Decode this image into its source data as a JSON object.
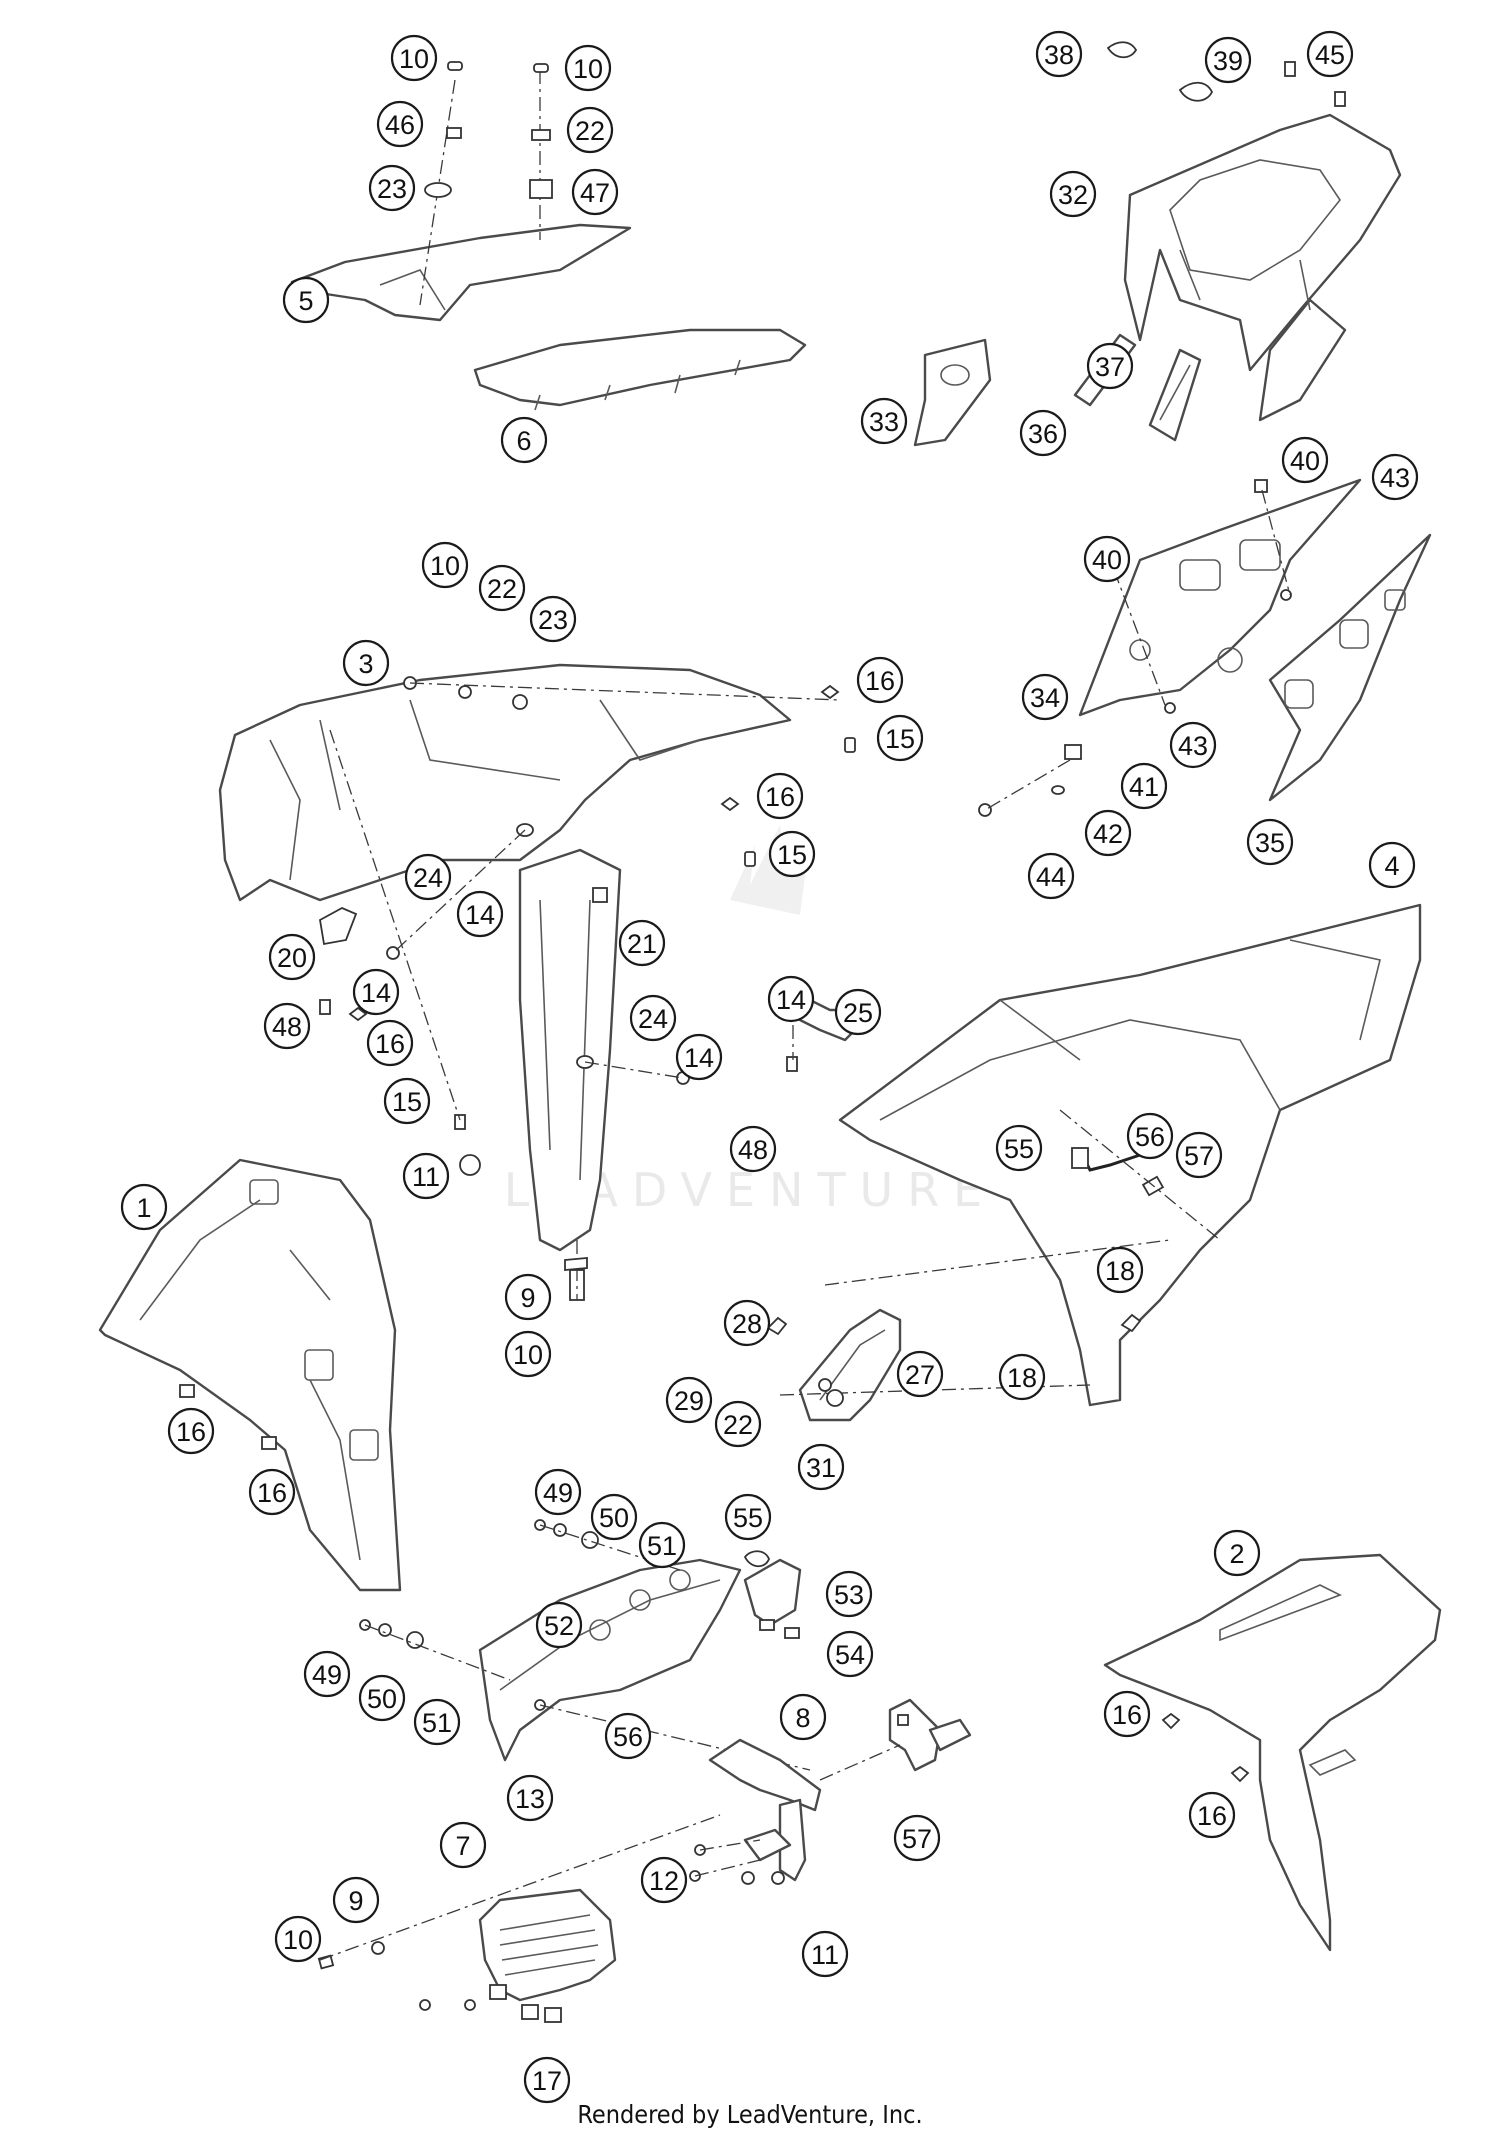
{
  "footer": "Rendered by LeadVenture, Inc.",
  "watermark": "LEADVENTURE",
  "callouts": [
    "10",
    "46",
    "23",
    "10",
    "22",
    "47",
    "5",
    "6",
    "38",
    "39",
    "45",
    "32",
    "33",
    "36",
    "37",
    "40",
    "43",
    "40",
    "34",
    "43",
    "41",
    "42",
    "44",
    "35",
    "10",
    "22",
    "23",
    "3",
    "16",
    "15",
    "16",
    "15",
    "24",
    "14",
    "21",
    "20",
    "14",
    "48",
    "16",
    "15",
    "4",
    "14",
    "25",
    "24",
    "14",
    "48",
    "55",
    "56",
    "57",
    "11",
    "1",
    "9",
    "10",
    "18",
    "28",
    "27",
    "29",
    "22",
    "18",
    "31",
    "16",
    "16",
    "49",
    "50",
    "51",
    "55",
    "53",
    "52",
    "54",
    "49",
    "50",
    "51",
    "56",
    "8",
    "13",
    "57",
    "7",
    "12",
    "9",
    "10",
    "11",
    "17",
    "2",
    "16",
    "16"
  ]
}
